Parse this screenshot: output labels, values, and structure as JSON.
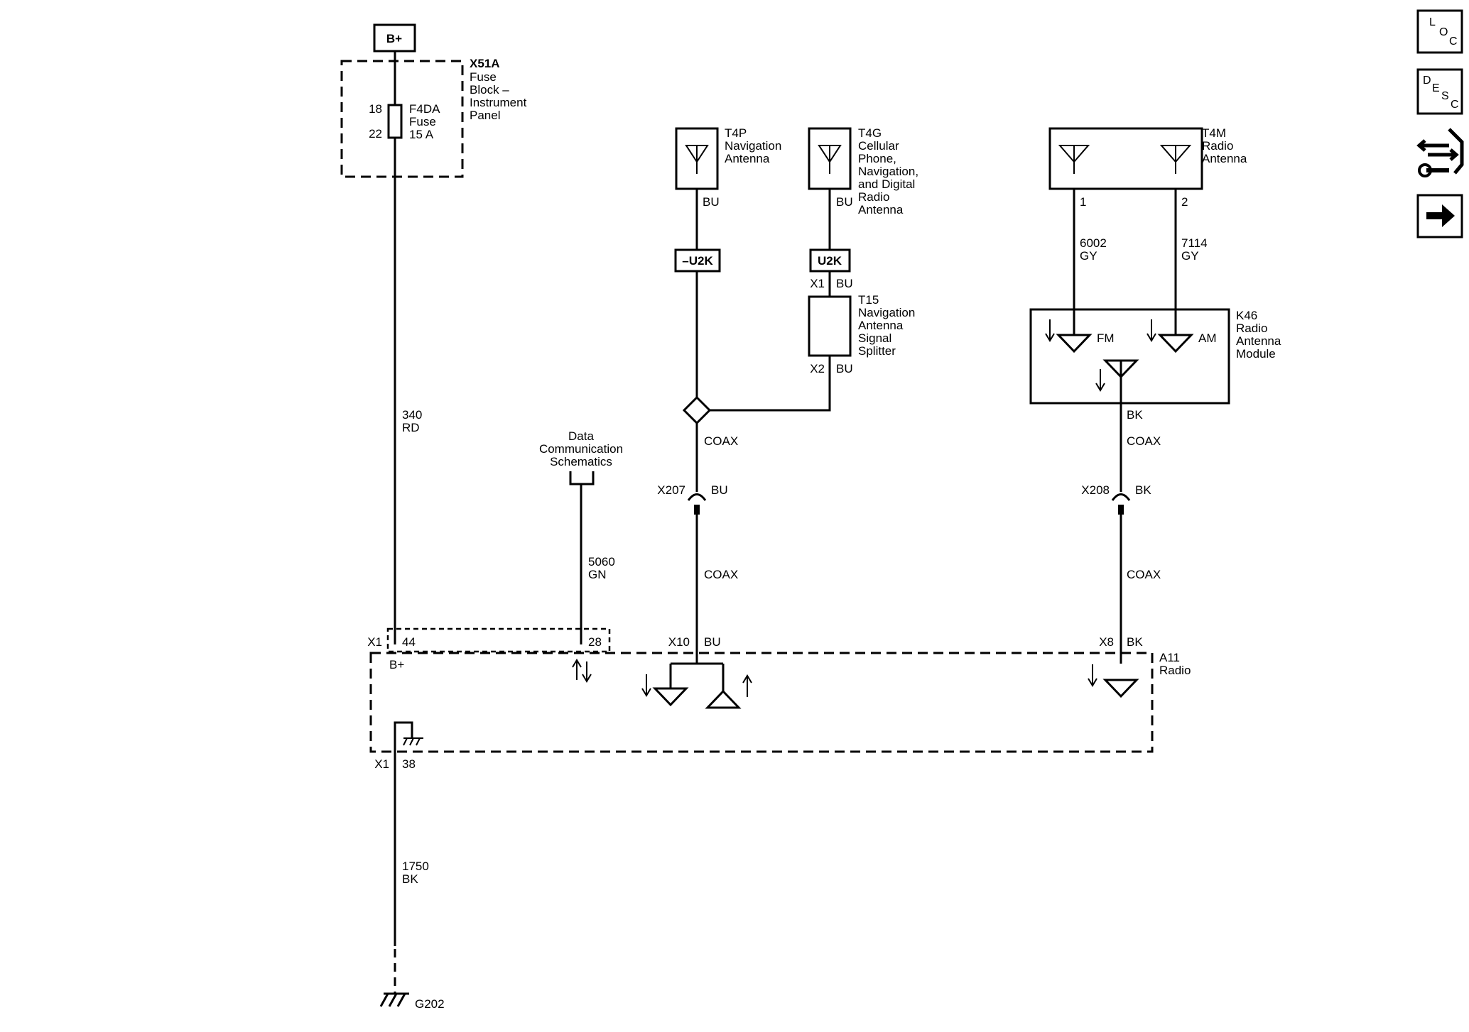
{
  "battery": {
    "label": "B+"
  },
  "fuse_block": {
    "ref": "X51A",
    "name_lines": [
      "Fuse",
      "Block –",
      "Instrument",
      "Panel"
    ]
  },
  "fuse": {
    "ref": "F4DA",
    "type": "Fuse",
    "rating": "15 A",
    "pin_in": "18",
    "pin_out": "22"
  },
  "wire_340": {
    "circuit": "340",
    "color": "RD"
  },
  "data_comm": {
    "lines": [
      "Data",
      "Communication",
      "Schematics"
    ]
  },
  "wire_5060": {
    "circuit": "5060",
    "color": "GN"
  },
  "t4p": {
    "ref": "T4P",
    "name_lines": [
      "Navigation",
      "Antenna"
    ],
    "wire_color": "BU"
  },
  "t4g": {
    "ref": "T4G",
    "name_lines": [
      "Cellular",
      "Phone,",
      "Navigation,",
      "and Digital",
      "Radio",
      "Antenna"
    ],
    "wire_color": "BU"
  },
  "option_left": {
    "label": "–U2K"
  },
  "option_right": {
    "label": "U2K"
  },
  "t15": {
    "ref": "T15",
    "name_lines": [
      "Navigation",
      "Antenna",
      "Signal",
      "Splitter"
    ],
    "conn_top": "X1",
    "conn_top_color": "BU",
    "conn_bottom": "X2",
    "conn_bottom_color": "BU"
  },
  "coax_upper_nav": "COAX",
  "x207": {
    "ref": "X207",
    "color": "BU"
  },
  "coax_lower_nav": "COAX",
  "t4m": {
    "ref": "T4M",
    "name_lines": [
      "Radio",
      "Antenna"
    ],
    "pin1": "1",
    "pin2": "2"
  },
  "wire_6002": {
    "circuit": "6002",
    "color": "GY"
  },
  "wire_7114": {
    "circuit": "7114",
    "color": "GY"
  },
  "k46": {
    "ref": "K46",
    "name_lines": [
      "Radio",
      "Antenna",
      "Module"
    ],
    "fm": "FM",
    "am": "AM",
    "out_color": "BK"
  },
  "coax_upper_radio": "COAX",
  "x208": {
    "ref": "X208",
    "color": "BK"
  },
  "coax_lower_radio": "COAX",
  "radio": {
    "ref": "A11",
    "name": "Radio",
    "x1_top": "X1",
    "pin44": "44",
    "pin28": "28",
    "bplus": "B+",
    "x10": "X10",
    "x10_color": "BU",
    "x8": "X8",
    "x8_color": "BK",
    "x1_bottom": "X1",
    "pin38": "38"
  },
  "wire_1750": {
    "circuit": "1750",
    "color": "BK"
  },
  "ground": {
    "ref": "G202"
  },
  "side_buttons": {
    "loc": {
      "l": "L",
      "o": "O",
      "c": "C"
    },
    "desc": {
      "d": "D",
      "e": "E",
      "s": "S",
      "c": "C"
    }
  }
}
